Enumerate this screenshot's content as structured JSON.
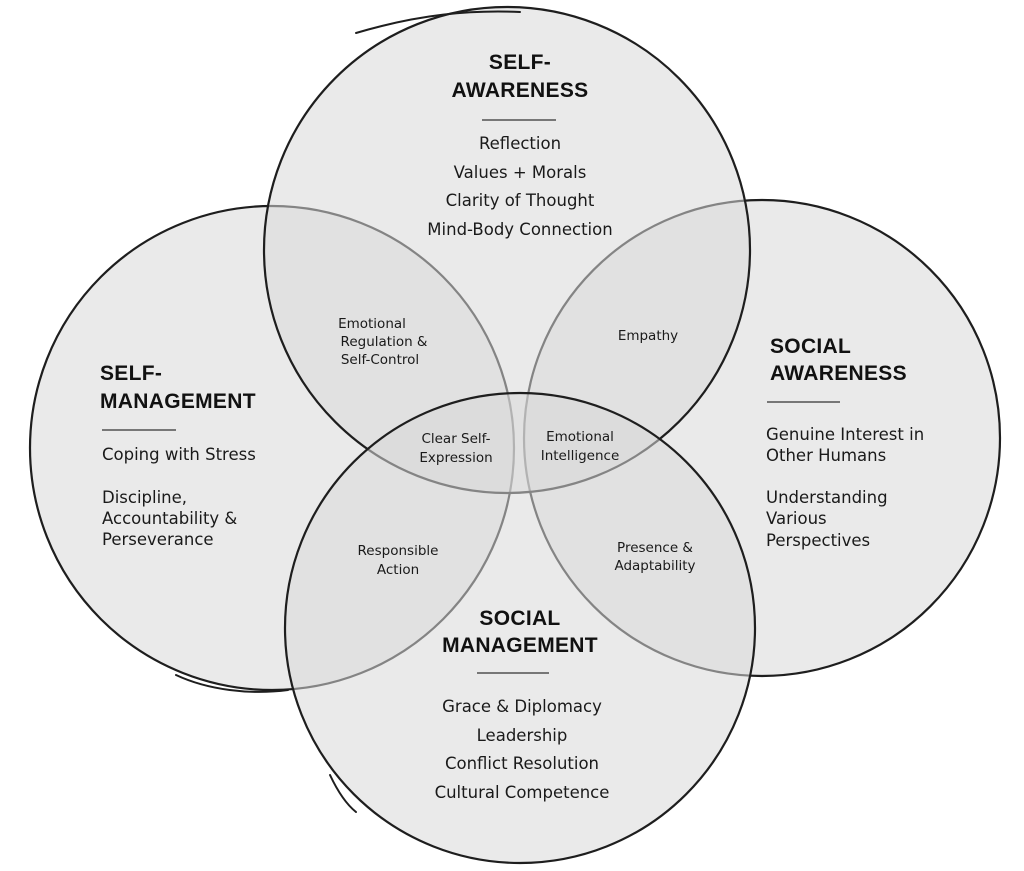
{
  "self_awareness": {
    "title_line1": "SELF-",
    "title_line2": "AWARENESS",
    "items": [
      "Reflection",
      "Values + Morals",
      "Clarity of Thought",
      "Mind-Body Connection"
    ]
  },
  "self_management": {
    "title_line1": "SELF-",
    "title_line2": "MANAGEMENT",
    "items": [
      "Coping with Stress",
      "Discipline,",
      "Accountability &",
      "Perseverance"
    ]
  },
  "social_awareness": {
    "title_line1": "SOCIAL",
    "title_line2": "AWARENESS",
    "items": [
      "Genuine Interest in",
      "Other Humans",
      "Understanding",
      "Various",
      "Perspectives"
    ]
  },
  "social_management": {
    "title_line1": "SOCIAL",
    "title_line2": "MANAGEMENT",
    "items": [
      "Grace & Diplomacy",
      "Leadership",
      "Conflict Resolution",
      "Cultural Competence"
    ]
  },
  "overlaps": {
    "emotional_regulation": [
      "Emotional",
      "Regulation &",
      "Self-Control"
    ],
    "empathy": [
      "Empathy"
    ],
    "clear_self_expression": [
      "Clear Self-",
      "Expression"
    ],
    "emotional_intelligence": [
      "Emotional",
      "Intelligence"
    ],
    "responsible_action": [
      "Responsible",
      "Action"
    ],
    "presence_adaptability": [
      "Presence &",
      "Adaptability"
    ]
  }
}
